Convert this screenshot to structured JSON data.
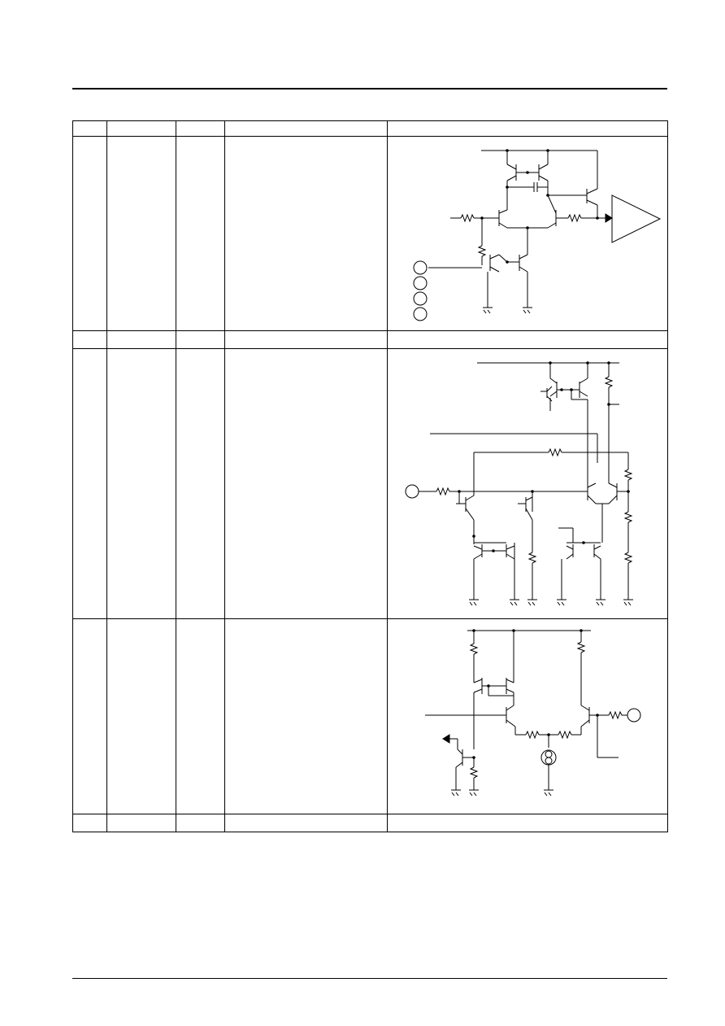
{
  "table": {
    "header": [
      "",
      "",
      "",
      "",
      ""
    ],
    "rows": [
      {
        "cells": [
          "",
          "",
          "",
          ""
        ],
        "has_schematic": true,
        "schematic_icon": "differential-amplifier-comparator"
      },
      {
        "cells": [
          "",
          "",
          "",
          ""
        ],
        "has_schematic": false
      },
      {
        "cells": [
          "",
          "",
          "",
          ""
        ],
        "has_schematic": true,
        "schematic_icon": "input-buffer-amplifier"
      },
      {
        "cells": [
          "",
          "",
          "",
          ""
        ],
        "has_schematic": true,
        "schematic_icon": "output-driver-stage"
      },
      {
        "cells": [
          "",
          "",
          "",
          ""
        ],
        "has_schematic": false
      }
    ]
  }
}
